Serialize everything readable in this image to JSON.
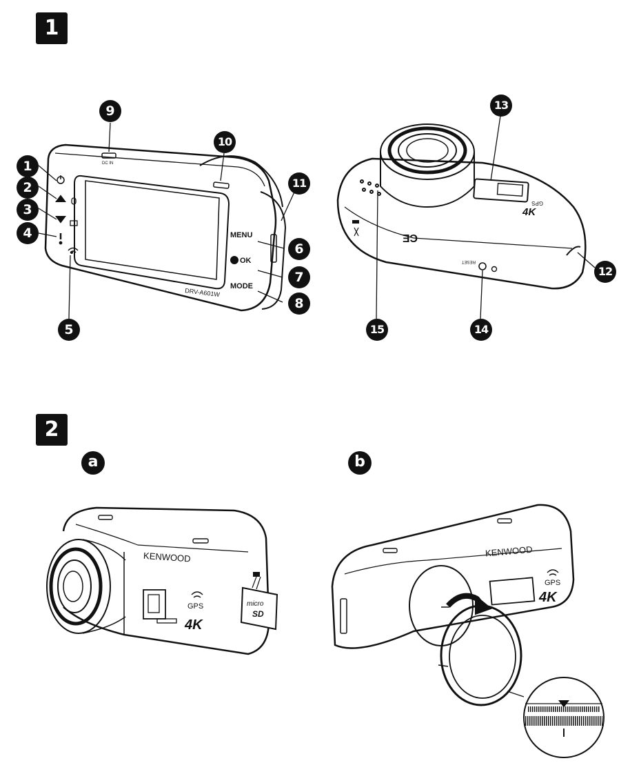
{
  "sections": {
    "one": "1",
    "two": "2",
    "sub_a": "a",
    "sub_b": "b"
  },
  "callouts": [
    "1",
    "2",
    "3",
    "4",
    "5",
    "6",
    "7",
    "8",
    "9",
    "10",
    "11",
    "12",
    "13",
    "14",
    "15"
  ],
  "front_view": {
    "menu_label": "MENU",
    "ok_label": "OK",
    "mode_label": "MODE",
    "model": "DRV-A601W",
    "port_label": "DC IN"
  },
  "body_labels": {
    "brand": "KENWOOD",
    "gps": "GPS",
    "resolution": "4K",
    "card_line1": "micro",
    "card_line2": "SD",
    "reset": "RESET",
    "ce": "CE"
  },
  "icons": [
    "power-icon",
    "up-arrow-icon",
    "down-arrow-icon",
    "exclamation-icon",
    "wifi-icon",
    "mic-icon",
    "screen-icon"
  ]
}
